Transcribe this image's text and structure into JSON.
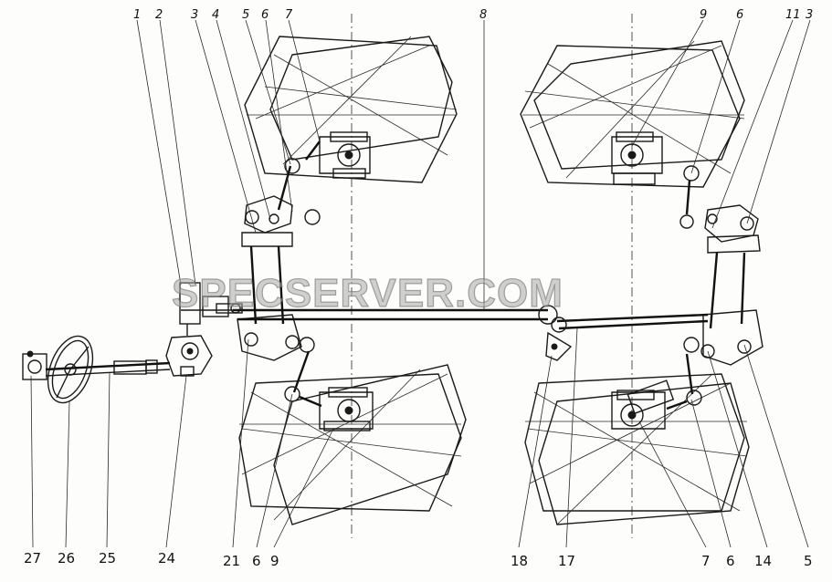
{
  "watermark": "SPECSERVER.COM",
  "top_callouts": [
    {
      "id": "t1",
      "text": "1"
    },
    {
      "id": "t2",
      "text": "2"
    },
    {
      "id": "t3",
      "text": "3"
    },
    {
      "id": "t4",
      "text": "4"
    },
    {
      "id": "t5",
      "text": "5"
    },
    {
      "id": "t6",
      "text": "6"
    },
    {
      "id": "t7",
      "text": "7"
    },
    {
      "id": "t8",
      "text": "8"
    },
    {
      "id": "t9",
      "text": "9"
    },
    {
      "id": "t6b",
      "text": "6"
    },
    {
      "id": "t11",
      "text": "11"
    },
    {
      "id": "t3b",
      "text": "3"
    }
  ],
  "bottom_callouts": [
    {
      "id": "b27",
      "text": "27"
    },
    {
      "id": "b26",
      "text": "26"
    },
    {
      "id": "b25",
      "text": "25"
    },
    {
      "id": "b24",
      "text": "24"
    },
    {
      "id": "b21",
      "text": "21"
    },
    {
      "id": "b6",
      "text": "6"
    },
    {
      "id": "b9",
      "text": "9"
    },
    {
      "id": "b18",
      "text": "18"
    },
    {
      "id": "b17",
      "text": "17"
    },
    {
      "id": "b7",
      "text": "7"
    },
    {
      "id": "b6b",
      "text": "6"
    },
    {
      "id": "b14",
      "text": "14"
    },
    {
      "id": "b5",
      "text": "5"
    }
  ],
  "colors": {
    "ink": "#1a1a1a",
    "paper": "#fdfdfb",
    "watermark": "#aaaaaa"
  }
}
